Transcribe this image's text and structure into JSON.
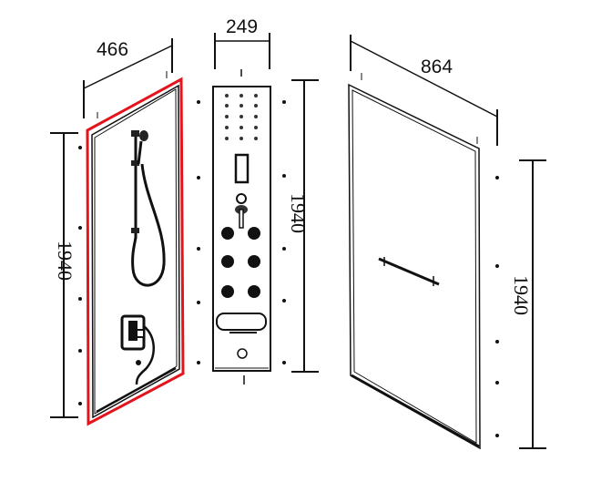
{
  "diagram": {
    "left_panel": {
      "width_label": "466",
      "height_label": "1940",
      "highlight_color": "#e3141c"
    },
    "center_column": {
      "width_label": "249",
      "height_label": "1940"
    },
    "right_panel": {
      "width_label": "864",
      "height_label": "1940"
    }
  }
}
